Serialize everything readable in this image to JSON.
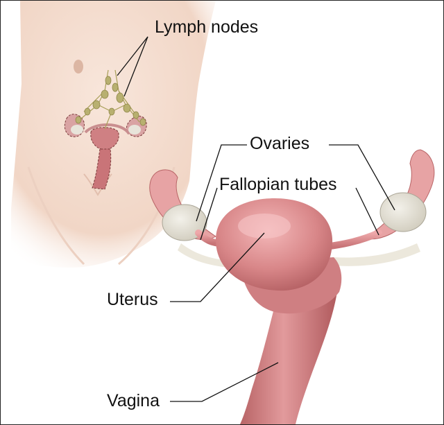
{
  "labels": {
    "lymph_nodes": "Lymph nodes",
    "ovaries": "Ovaries",
    "fallopian_tubes": "Fallopian tubes",
    "uterus": "Uterus",
    "vagina": "Vagina"
  },
  "colors": {
    "skin": "#f4ddd0",
    "skin_shadow": "#e4c2b0",
    "uterus": "#d98a8c",
    "uterus_light": "#f0aeb0",
    "uterus_dark": "#b86466",
    "ovary": "#e6e3d8",
    "lymph": "#b8b070",
    "leader_line": "#111111"
  }
}
